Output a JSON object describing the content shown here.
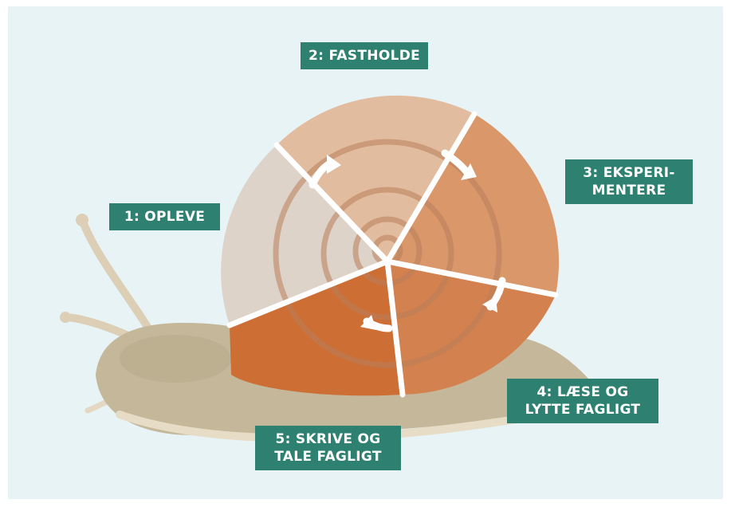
{
  "diagram": {
    "stages": [
      {
        "lines": [
          "1: OPLEVE"
        ]
      },
      {
        "lines": [
          "2: FASTHOLDE"
        ]
      },
      {
        "lines": [
          "3: EKSPERI-",
          "MENTERE"
        ]
      },
      {
        "lines": [
          "4: LÆSE OG",
          "LYTTE FAGLIGT"
        ]
      },
      {
        "lines": [
          "5: SKRIVE OG",
          "TALE FAGLIGT"
        ]
      }
    ],
    "colors": {
      "background": "#e8f3f6",
      "label_bg": "#2e8170",
      "label_text": "#ffffff",
      "segment_1": "#ded3c9",
      "segment_2": "#e2bc9f",
      "segment_3": "#d9976a",
      "segment_4": "#d3814f",
      "segment_5": "#cd6e35",
      "snail_body": "#c4b79a",
      "arrow": "#ffffff"
    }
  }
}
